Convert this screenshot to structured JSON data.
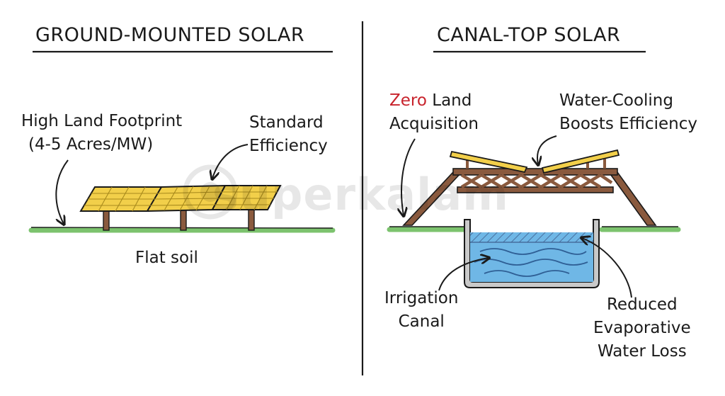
{
  "left": {
    "title": "GROUND-MOUNTED SOLAR",
    "label_footprint_line1": "High Land Footprint",
    "label_footprint_line2": "(4-5 Acres/MW)",
    "label_efficiency_line1": "Standard",
    "label_efficiency_line2": "Efficiency",
    "label_soil": "Flat soil"
  },
  "right": {
    "title": "CANAL-TOP SOLAR",
    "label_zero_accent": "Zero",
    "label_zero_rest": " Land",
    "label_zero_line2": "Acquisition",
    "label_cooling_line1": "Water-Cooling",
    "label_cooling_line2": "Boosts Efficiency",
    "label_canal_line1": "Irrigation",
    "label_canal_line2": "Canal",
    "label_evap_line1": "Reduced",
    "label_evap_line2": "Evaporative",
    "label_evap_line3": "Water Loss"
  },
  "watermark": "superkalam",
  "colors": {
    "ink": "#1a1a1a",
    "accent": "#c8232c",
    "grass": "#7cc36e",
    "panel": "#f2cf4a",
    "panel_grid": "#a88a1c",
    "post": "#8a5a3e",
    "water": "#6fb7e6",
    "water_dark": "#3f86c2"
  }
}
